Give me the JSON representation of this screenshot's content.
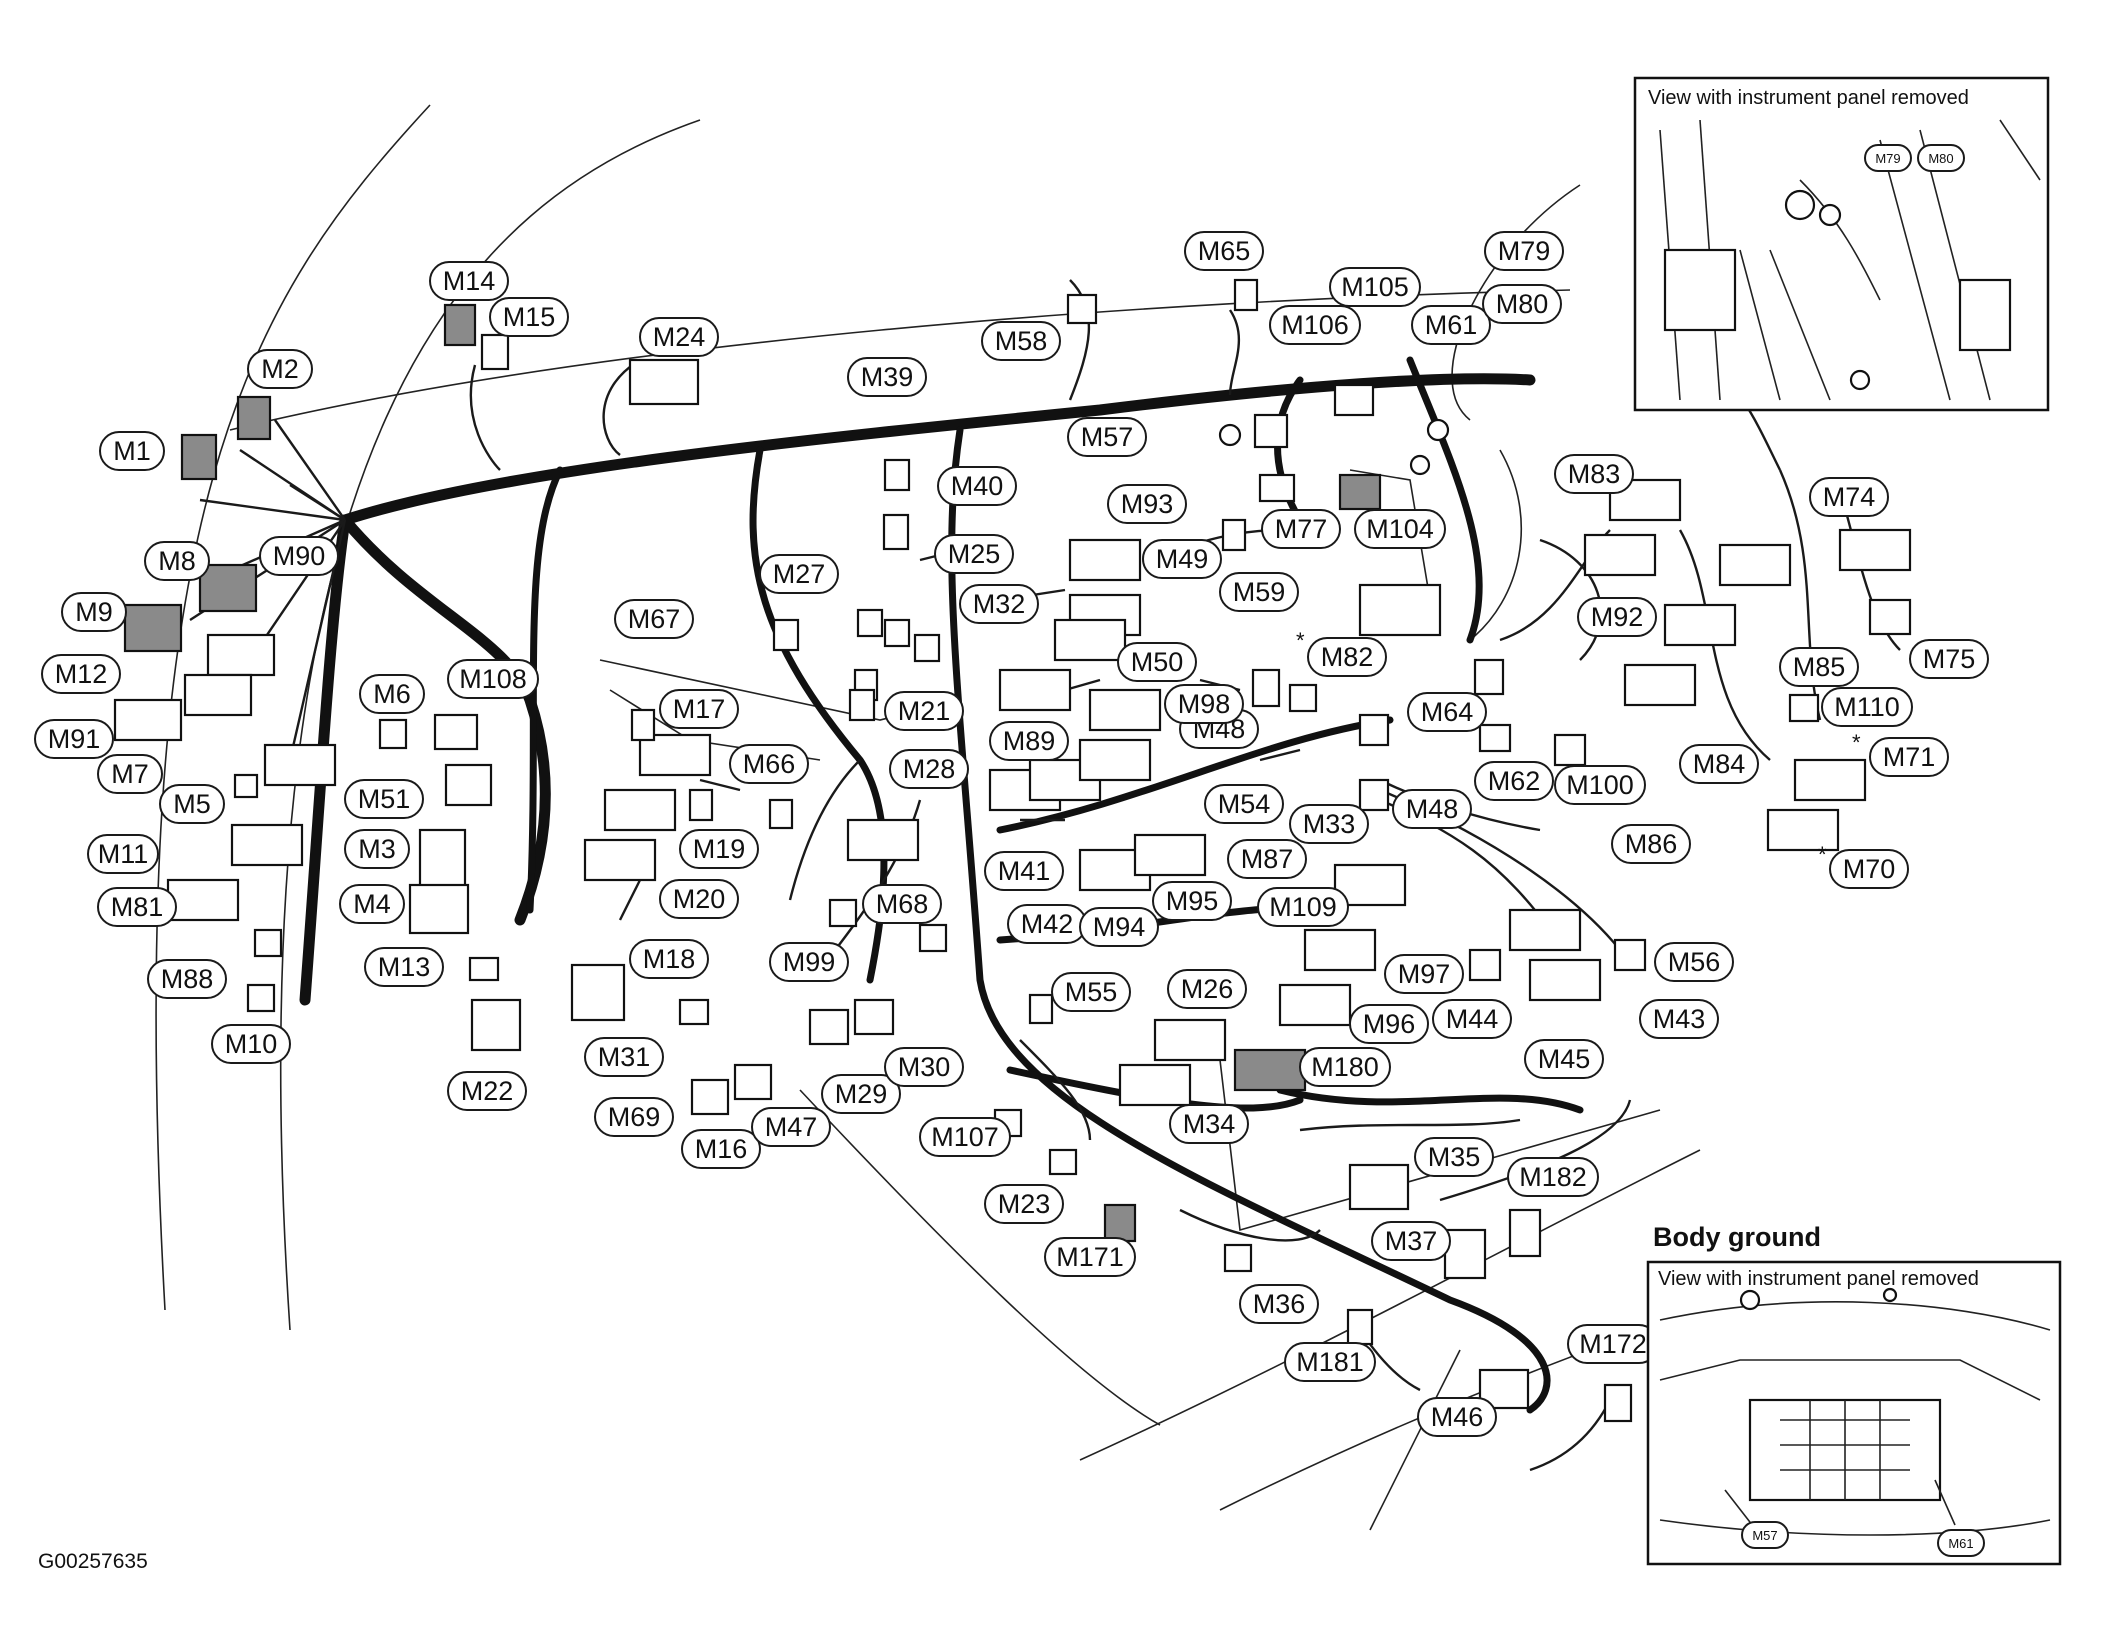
{
  "figure_id": "G00257635",
  "top_inset": {
    "title": "View with instrument panel removed",
    "labels": [
      "M79",
      "M80"
    ]
  },
  "body_ground": {
    "heading": "Body ground",
    "inset_title": "View with instrument panel removed",
    "labels": [
      "M57",
      "M61"
    ]
  },
  "asterisk": "*",
  "connectors": [
    "M1",
    "M2",
    "M3",
    "M4",
    "M5",
    "M6",
    "M7",
    "M8",
    "M9",
    "M10",
    "M11",
    "M12",
    "M13",
    "M14",
    "M15",
    "M16",
    "M17",
    "M18",
    "M19",
    "M20",
    "M21",
    "M22",
    "M23",
    "M24",
    "M25",
    "M26",
    "M27",
    "M28",
    "M29",
    "M30",
    "M31",
    "M32",
    "M33",
    "M34",
    "M35",
    "M36",
    "M37",
    "M39",
    "M40",
    "M41",
    "M42",
    "M43",
    "M44",
    "M45",
    "M46",
    "M47",
    "M48",
    "M48",
    "M49",
    "M50",
    "M51",
    "M54",
    "M55",
    "M56",
    "M57",
    "M58",
    "M59",
    "M61",
    "M62",
    "M64",
    "M65",
    "M66",
    "M67",
    "M68",
    "M69",
    "M70",
    "M71",
    "M74",
    "M75",
    "M77",
    "M79",
    "M80",
    "M81",
    "M82",
    "M83",
    "M84",
    "M85",
    "M86",
    "M87",
    "M88",
    "M89",
    "M90",
    "M91",
    "M92",
    "M93",
    "M94",
    "M95",
    "M96",
    "M97",
    "M98",
    "M99",
    "M100",
    "M104",
    "M105",
    "M106",
    "M107",
    "M108",
    "M109",
    "M110",
    "M171",
    "M172",
    "M180",
    "M181",
    "M182"
  ]
}
